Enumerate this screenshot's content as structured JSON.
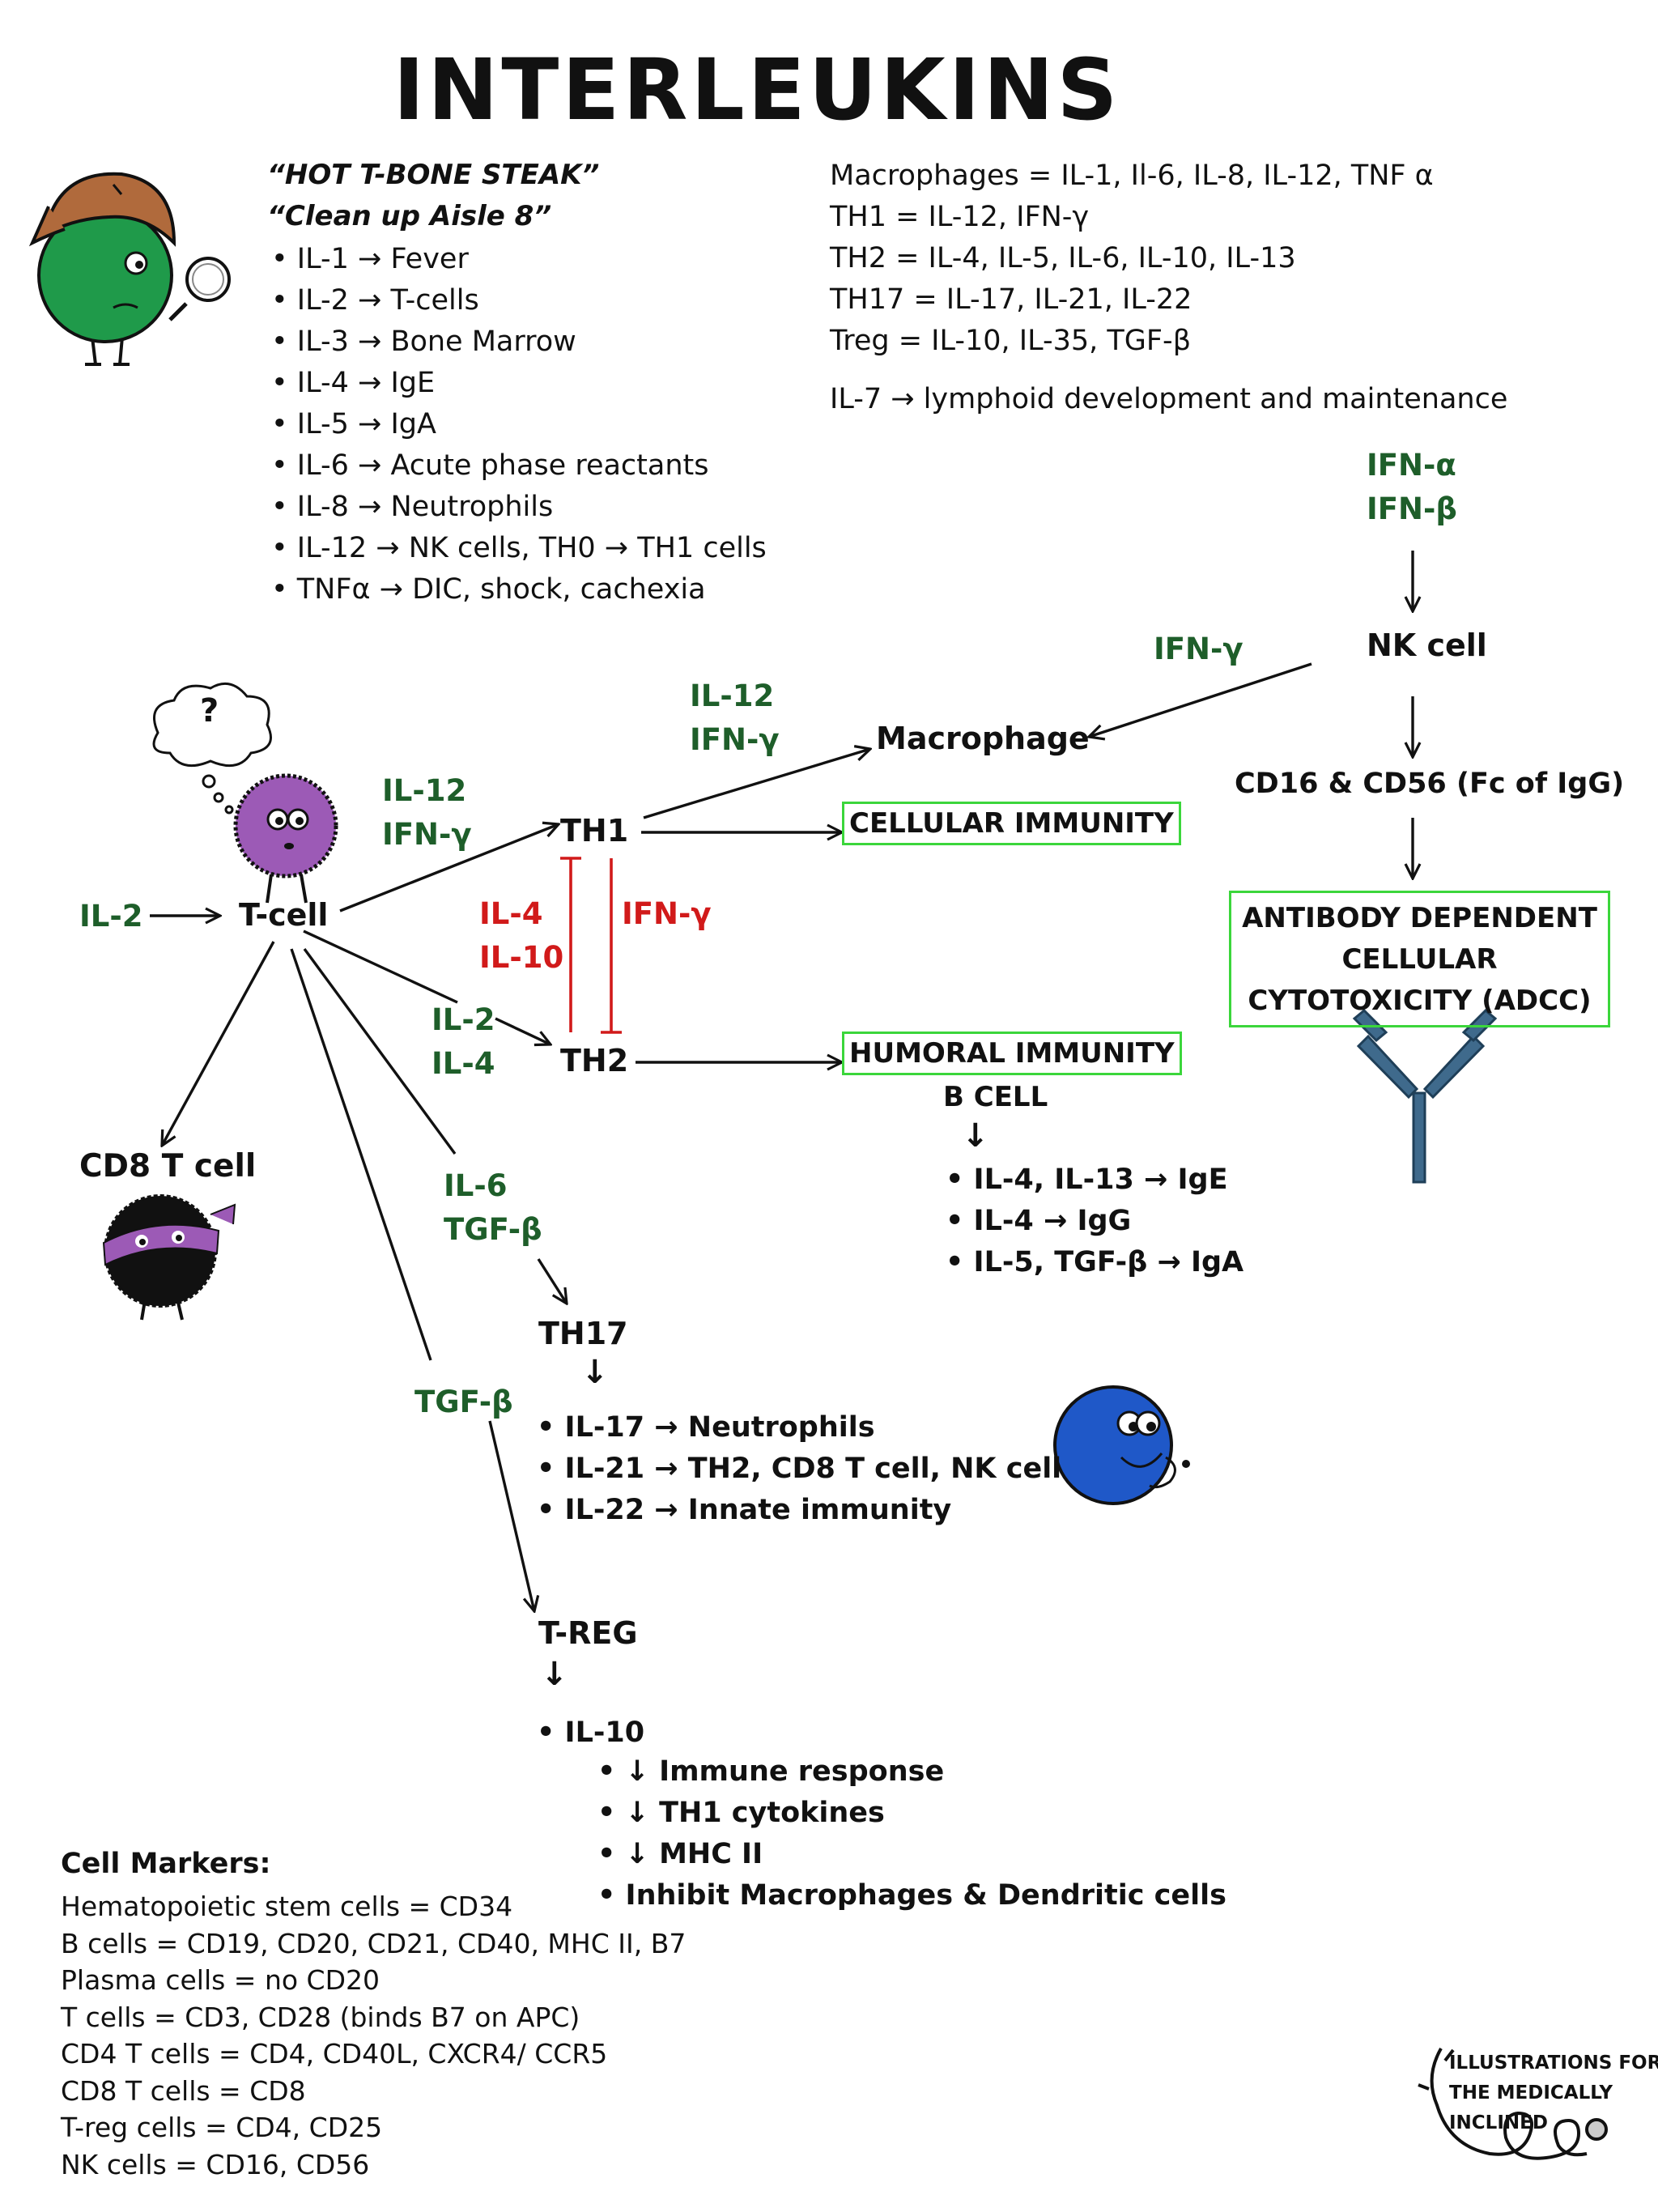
{
  "title": "INTERLEUKINS",
  "mnemonic": {
    "line1": "“HOT T-BONE STEAK”",
    "line2": "“Clean up Aisle 8”",
    "items": [
      "• IL-1 → Fever",
      "• IL-2 → T-cells",
      "• IL-3 → Bone Marrow",
      "• IL-4 → IgE",
      "• IL-5 → IgA",
      "• IL-6 → Acute phase reactants",
      "• IL-8 → Neutrophils",
      "• IL-12 → NK cells, TH0 → TH1 cells",
      "• TNFα → DIC, shock, cachexia"
    ]
  },
  "secretion": {
    "items": [
      "Macrophages = IL-1, Il-6, IL-8, IL-12, TNF α",
      "TH1 = IL-12, IFN-γ",
      "TH2 = IL-4, IL-5, IL-6, IL-10, IL-13",
      "TH17 = IL-17, IL-21, IL-22",
      "Treg = IL-10, IL-35, TGF-β"
    ],
    "il7": "IL-7 → lymphoid development and maintenance"
  },
  "nk_branch": {
    "ifn_alpha": "IFN-α",
    "ifn_beta": "IFN-β",
    "nk_cell": "NK cell",
    "ifn_gamma": "IFN-γ",
    "cd": "CD16 & CD56 (Fc of IgG)",
    "adcc": "ANTIBODY DEPENDENT CELLULAR CYTOTOXICITY (ADCC)"
  },
  "tcell": {
    "question": "?",
    "il2_in": "IL-2",
    "label": "T-cell",
    "to_th1": [
      "IL-12",
      "IFN-γ"
    ],
    "to_th2": [
      "IL-2",
      "IL-4"
    ],
    "to_th17": [
      "IL-6",
      "TGF-β"
    ],
    "to_treg": "TGF-β",
    "cd8": "CD8 T cell"
  },
  "th1": {
    "label": "TH1",
    "to_macrophage": [
      "IL-12",
      "IFN-γ"
    ],
    "macrophage": "Macrophage",
    "cellular": "CELLULAR IMMUNITY"
  },
  "inhibition": {
    "th2_on_th1": [
      "IL-4",
      "IL-10"
    ],
    "th1_on_th2": "IFN-γ"
  },
  "th2": {
    "label": "TH2",
    "humoral": "HUMORAL IMMUNITY",
    "bcell": "B CELL",
    "bcell_arrow": "↓",
    "items": [
      "• IL-4, IL-13 → IgE",
      "• IL-4 → IgG",
      "• IL-5, TGF-β → IgA"
    ]
  },
  "th17": {
    "label": "TH17",
    "arrow": "↓",
    "items": [
      "• IL-17 → Neutrophils",
      "• IL-21 → TH2, CD8 T cell, NK cell",
      "• IL-22 → Innate immunity"
    ]
  },
  "treg": {
    "label": "T-REG",
    "arrow": "↓",
    "il10": "• IL-10",
    "items": [
      "• ↓ Immune response",
      "• ↓ TH1 cytokines",
      "• ↓ MHC II",
      "• Inhibit Macrophages & Dendritic cells"
    ]
  },
  "markers": {
    "heading": "Cell Markers:",
    "items": [
      "Hematopoietic stem cells = CD34",
      "B cells = CD19, CD20, CD21, CD40, MHC II, B7",
      "Plasma cells = no CD20",
      "T cells = CD3, CD28 (binds B7 on APC)",
      "CD4 T cells = CD4, CD40L, CXCR4/ CCR5",
      "CD8 T cells = CD8",
      "T-reg cells = CD4, CD25",
      "NK cells = CD16, CD56"
    ]
  },
  "logo": {
    "lines": [
      "ILLUSTRATIONS FOR",
      "THE MEDICALLY",
      "INCLINED"
    ]
  },
  "colors": {
    "green_text": "#1e5e2a",
    "red_text": "#d11a1a",
    "box_border": "#3bd63b"
  }
}
